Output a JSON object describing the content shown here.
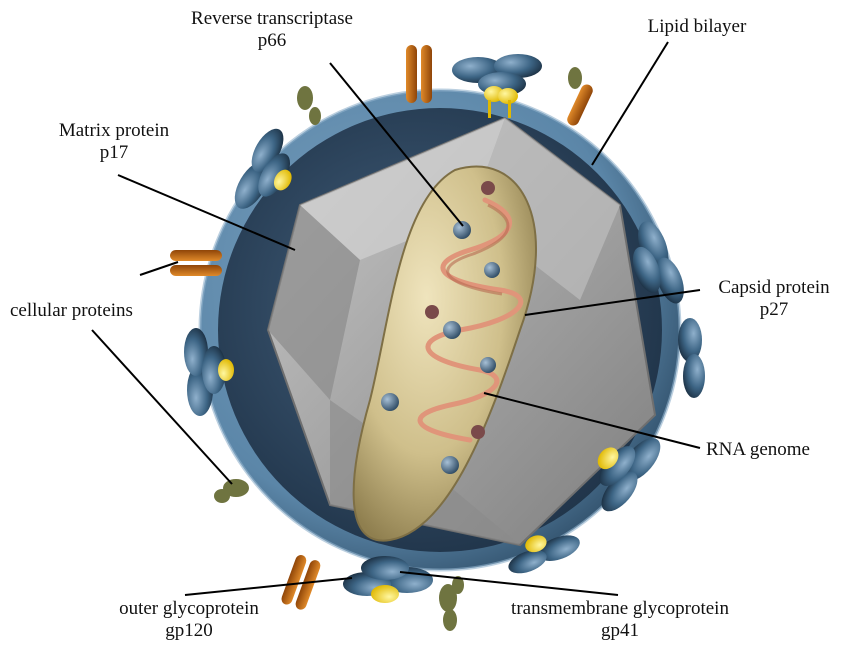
{
  "diagram": {
    "labels": {
      "reverse_transcriptase": {
        "line1": "Reverse transcriptase",
        "line2": "p66"
      },
      "lipid_bilayer": {
        "line1": "Lipid bilayer"
      },
      "matrix_protein": {
        "line1": "Matrix protein",
        "line2": "p17"
      },
      "capsid_protein": {
        "line1": "Capsid protein",
        "line2": "p27"
      },
      "cellular_proteins": {
        "line1": "cellular proteins"
      },
      "rna_genome": {
        "line1": "RNA genome"
      },
      "outer_glycoprotein": {
        "line1": "outer glycoprotein",
        "line2": "gp120"
      },
      "transmembrane_glycoprotein": {
        "line1": "transmembrane glycoprotein",
        "line2": "gp41"
      }
    },
    "colors": {
      "envelope": "#5b86a8",
      "envelope_dark": "#2f4f6a",
      "capsid": "#a9a9a9",
      "core": "#d8c99a",
      "rna": "#e0957a",
      "gp120": "#3d6585",
      "gp41": "#f2d21c",
      "cellular_protein": "#c8670f",
      "olive_protein": "#6f7440",
      "leader_line": "#000000"
    }
  }
}
